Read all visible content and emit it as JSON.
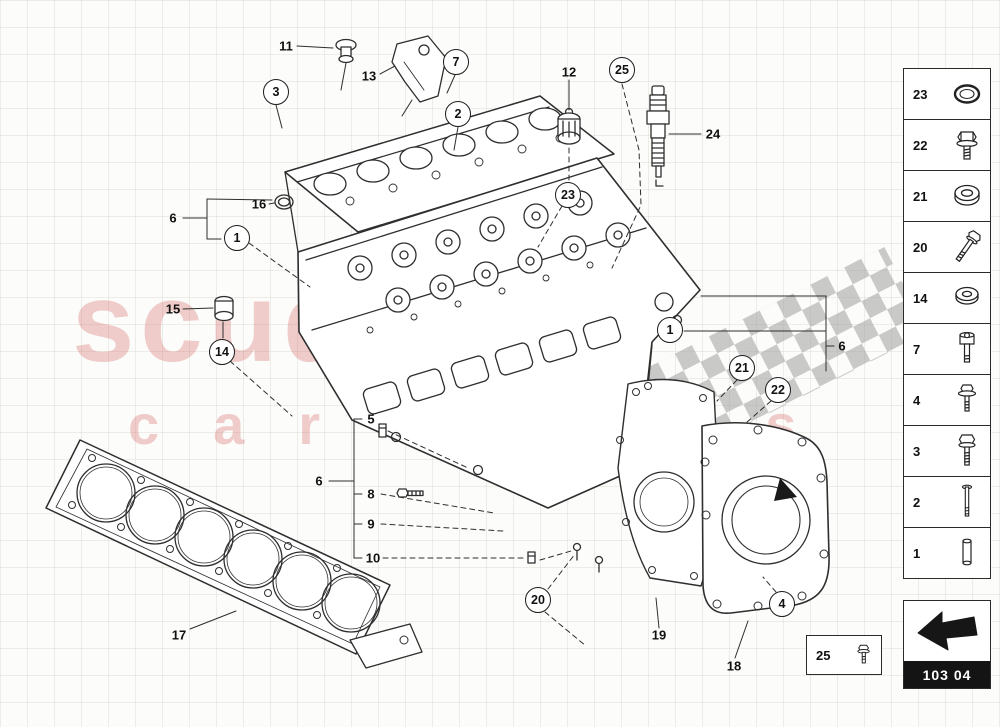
{
  "watermark": {
    "line1": "scuderia",
    "line2": "car parts",
    "color": "#d98c8c"
  },
  "callouts": {
    "circled": [
      {
        "label": "3"
      },
      {
        "label": "7"
      },
      {
        "label": "2"
      },
      {
        "label": "25"
      },
      {
        "label": "23"
      },
      {
        "label": "1"
      },
      {
        "label": "14"
      },
      {
        "label": "1"
      },
      {
        "label": "21"
      },
      {
        "label": "22"
      },
      {
        "label": "20"
      },
      {
        "label": "4"
      }
    ],
    "plain": [
      {
        "label": "11"
      },
      {
        "label": "13"
      },
      {
        "label": "12"
      },
      {
        "label": "24"
      },
      {
        "label": "16"
      },
      {
        "label": "6"
      },
      {
        "label": "15"
      },
      {
        "label": "5"
      },
      {
        "label": "6"
      },
      {
        "label": "8"
      },
      {
        "label": "9"
      },
      {
        "label": "10"
      },
      {
        "label": "17"
      },
      {
        "label": "19"
      },
      {
        "label": "18"
      },
      {
        "label": "6"
      }
    ]
  },
  "sidebar": {
    "items": [
      {
        "number": "23",
        "icon": "o-ring-icon"
      },
      {
        "number": "22",
        "icon": "hex-flange-bolt-icon"
      },
      {
        "number": "21",
        "icon": "washer-icon"
      },
      {
        "number": "20",
        "icon": "long-bolt-icon"
      },
      {
        "number": "14",
        "icon": "seal-washer-icon"
      },
      {
        "number": "7",
        "icon": "socket-head-bolt-icon"
      },
      {
        "number": "4",
        "icon": "screw-icon"
      },
      {
        "number": "3",
        "icon": "flange-bolt-icon"
      },
      {
        "number": "2",
        "icon": "stud-bolt-icon"
      },
      {
        "number": "1",
        "icon": "dowel-pin-icon"
      }
    ]
  },
  "extra_item": {
    "number": "25",
    "icon": "small-screw-icon"
  },
  "nav": {
    "code": "103 04",
    "icon": "back-arrow-icon"
  },
  "colors": {
    "line": "#2e2e2e",
    "watermark": "#d98c8c",
    "checker": "#9f9f9f",
    "code_bg": "#141414"
  }
}
